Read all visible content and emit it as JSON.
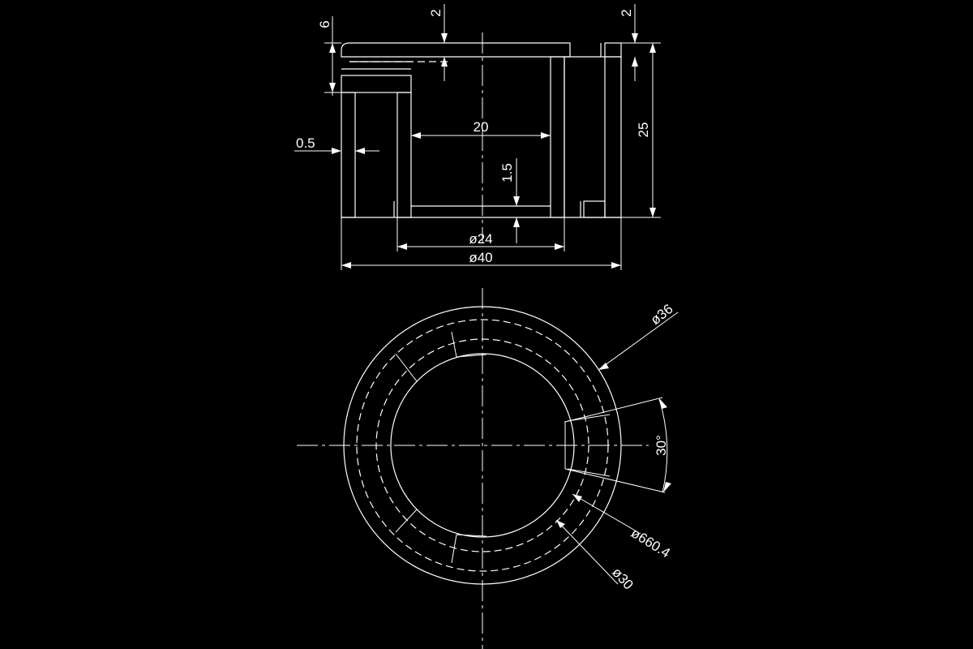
{
  "drawing": {
    "section_view": {
      "dims": {
        "top_wall": "6",
        "cap_top": "2",
        "cap_top_right": "2",
        "gap": "0.5",
        "inner_width": "20",
        "bottom_wall": "1.5",
        "height": "25",
        "inner_diameter": "ø24",
        "outer_diameter": "ø40"
      }
    },
    "plan_view": {
      "dims": {
        "outer": "ø36",
        "angle": "30°",
        "middle": "ø660.4",
        "inner": "ø30"
      }
    }
  }
}
